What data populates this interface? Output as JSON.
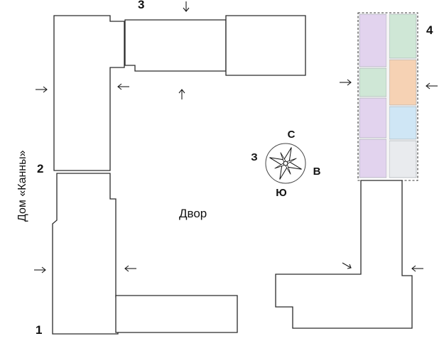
{
  "labels": {
    "courtyard": "Двор",
    "neighbor_house": "Дом «Канны»"
  },
  "section_numbers": [
    "1",
    "2",
    "3",
    "4"
  ],
  "compass": {
    "north": "С",
    "east": "В",
    "south": "Ю",
    "west": "З"
  },
  "colors": {
    "outline": "#2a2a2a",
    "green": "#cfe7d6",
    "purple": "#e2d3ee",
    "orange": "#f6d2b4",
    "blue": "#cfe6f5",
    "grey": "#e9ebee"
  }
}
